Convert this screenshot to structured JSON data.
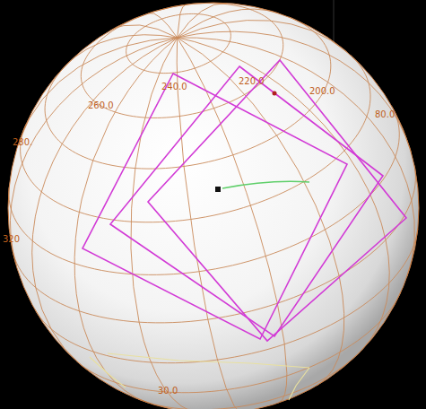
{
  "diagram": {
    "labels": [
      "260.0",
      "240.0",
      "220.0",
      "200.0",
      "80.0",
      "280.",
      "320",
      "30.0"
    ]
  }
}
